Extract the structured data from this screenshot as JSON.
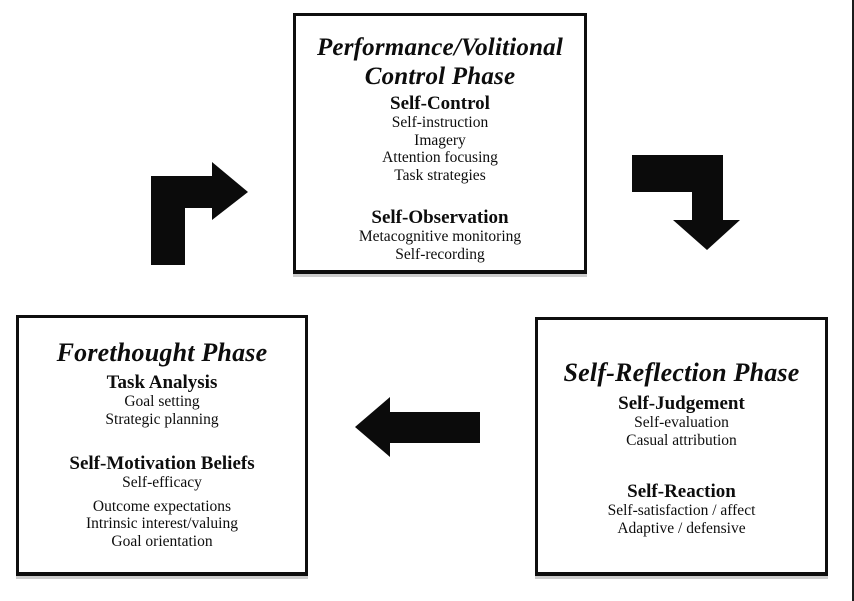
{
  "colors": {
    "background": "#ffffff",
    "ink": "#0d0d0d"
  },
  "diagram": {
    "phases": [
      {
        "id": "performance-volitional-control-phase",
        "title_lines": [
          "Performance/Volitional",
          "Control Phase"
        ],
        "sections": [
          {
            "heading": "Self-Control",
            "items": [
              "Self-instruction",
              "Imagery",
              "Attention focusing",
              "Task strategies"
            ]
          },
          {
            "heading": "Self-Observation",
            "items": [
              "Metacognitive monitoring",
              "Self-recording"
            ]
          }
        ]
      },
      {
        "id": "forethought-phase",
        "title_lines": [
          "Forethought Phase"
        ],
        "sections": [
          {
            "heading": "Task Analysis",
            "items": [
              "Goal setting",
              "Strategic planning"
            ]
          },
          {
            "heading": "Self-Motivation Beliefs",
            "items": [
              "Self-efficacy",
              "Outcome expectations",
              "Intrinsic interest/valuing",
              "Goal orientation"
            ]
          }
        ]
      },
      {
        "id": "self-reflection-phase",
        "title_lines": [
          "Self-Reflection Phase"
        ],
        "sections": [
          {
            "heading": "Self-Judgement",
            "items": [
              "Self-evaluation",
              "Casual attribution"
            ]
          },
          {
            "heading": "Self-Reaction",
            "items": [
              "Self-satisfaction / affect",
              "Adaptive / defensive"
            ]
          }
        ]
      }
    ],
    "arrows": [
      {
        "id": "arrow-forethought-to-performance",
        "direction": "up-then-right"
      },
      {
        "id": "arrow-performance-to-reflection",
        "direction": "right-then-down"
      },
      {
        "id": "arrow-reflection-to-forethought",
        "direction": "left"
      }
    ]
  }
}
